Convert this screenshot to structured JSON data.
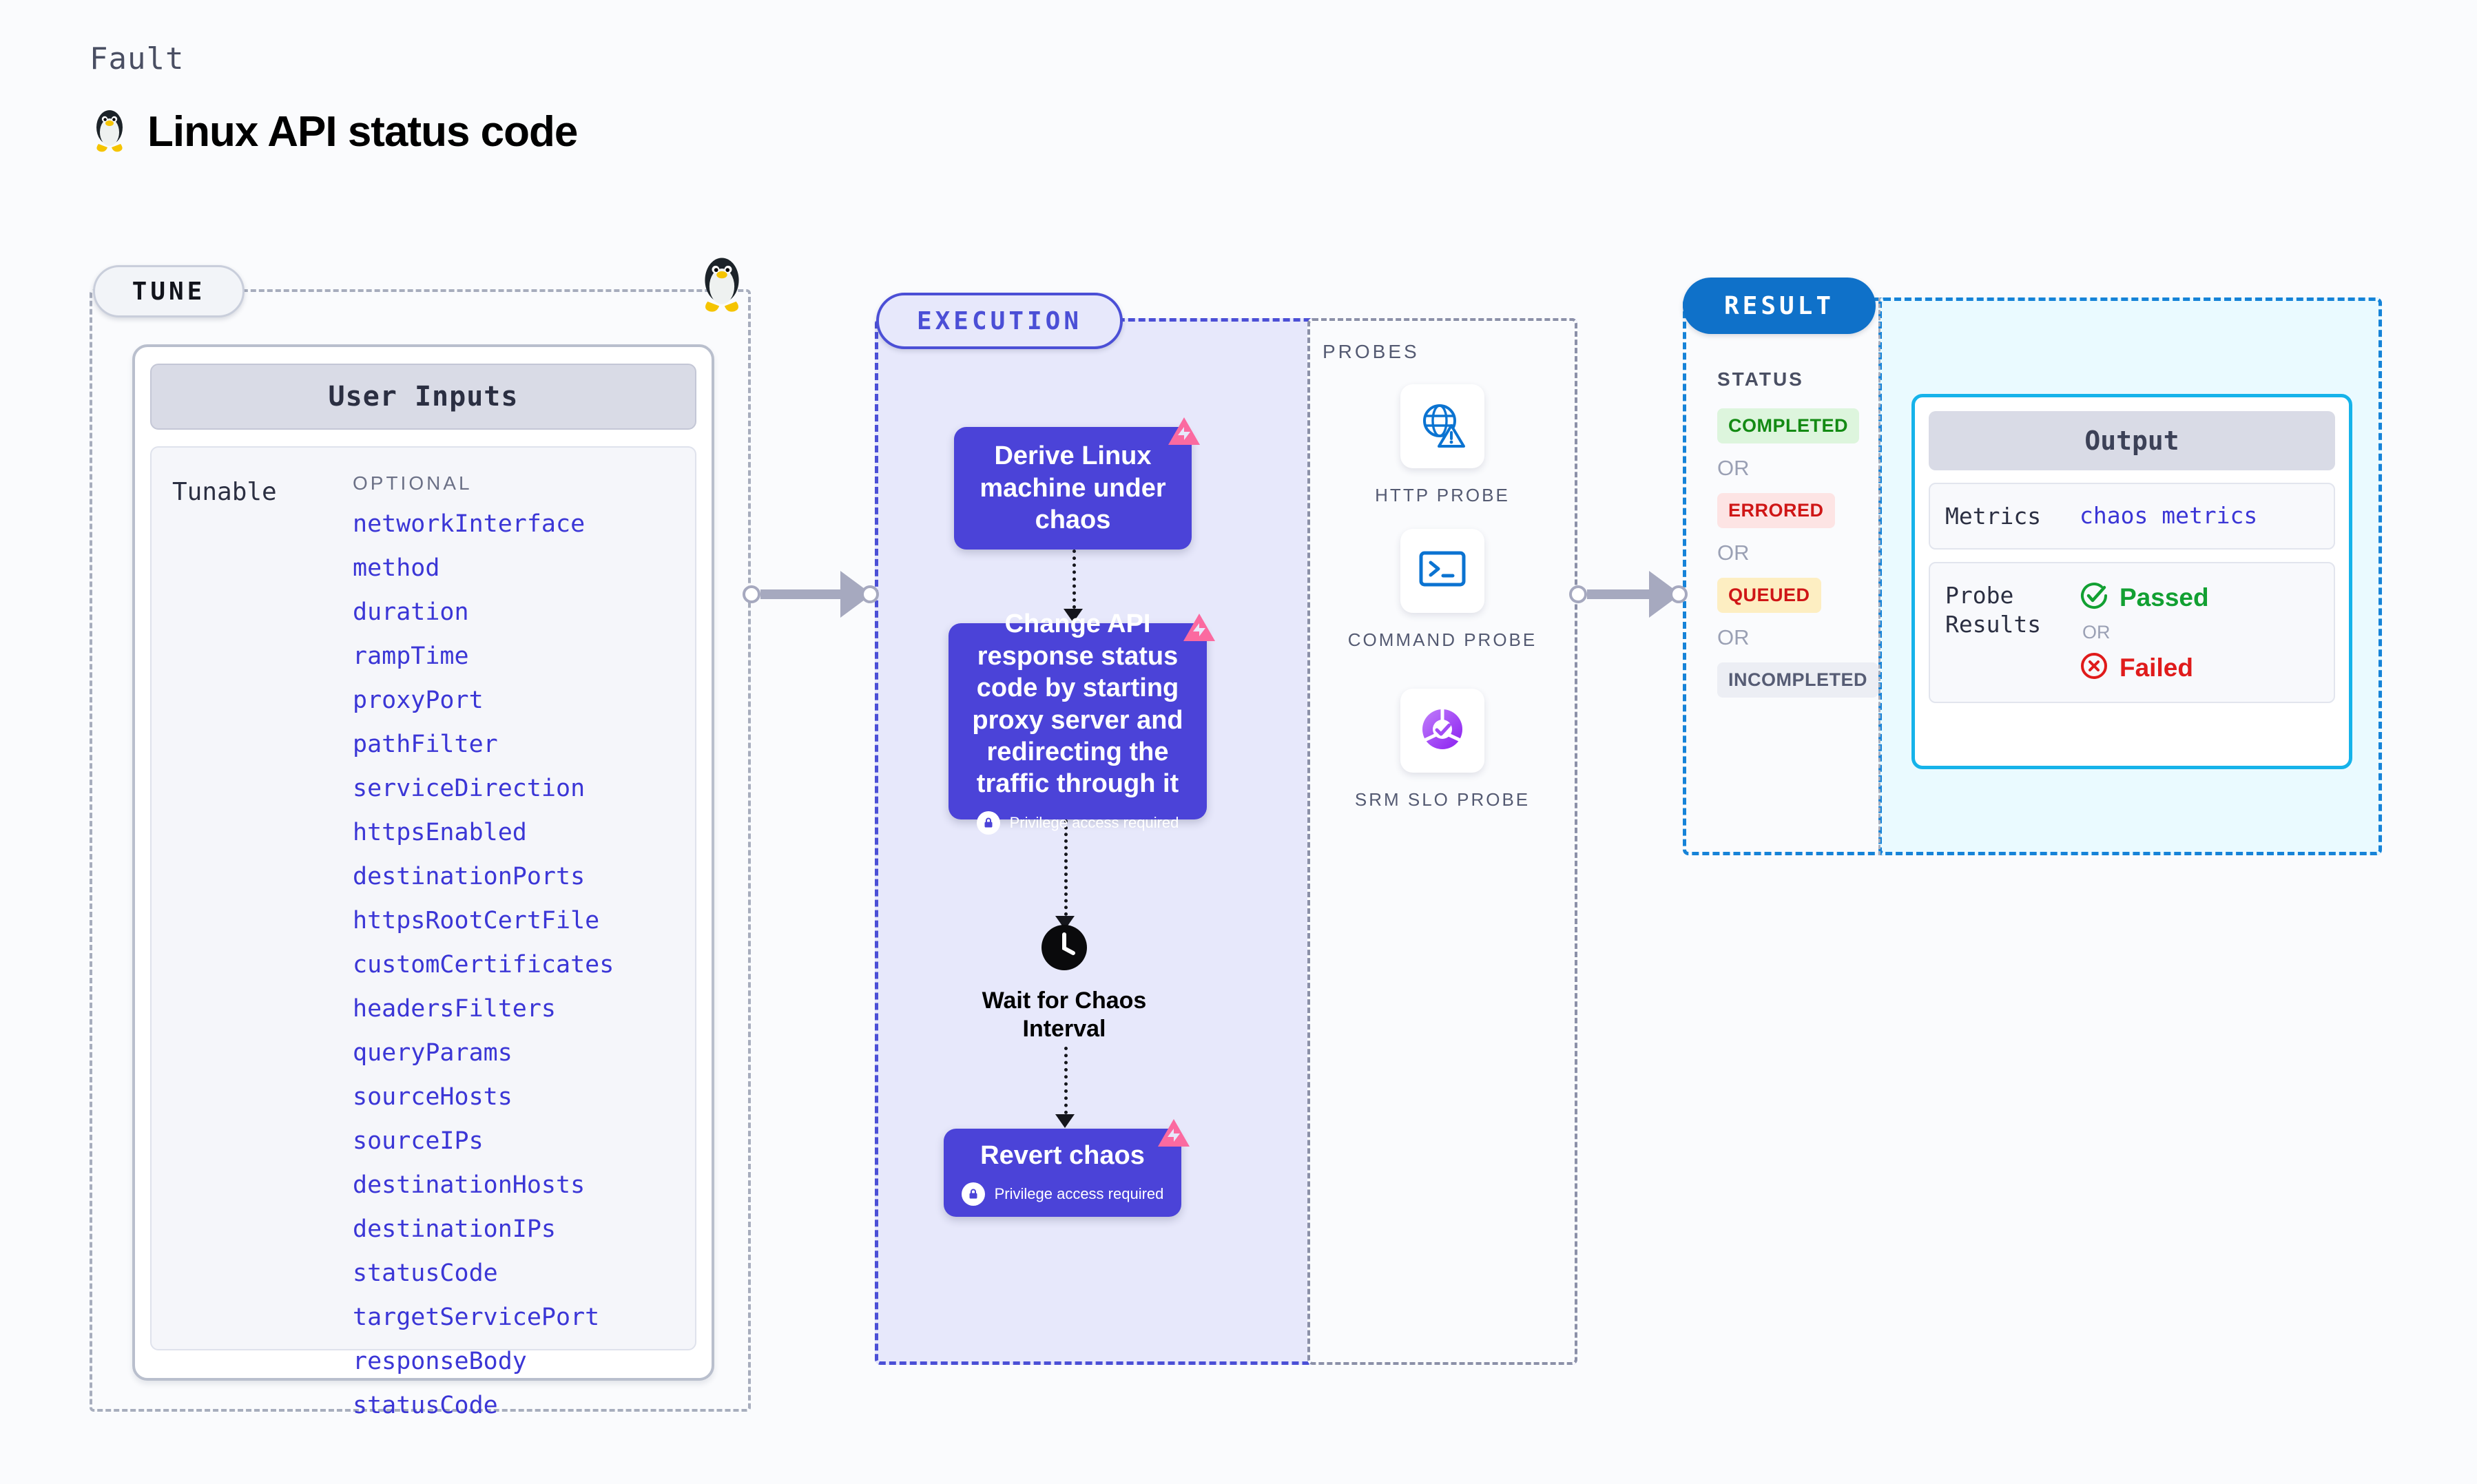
{
  "header": {
    "kicker": "Fault",
    "title": "Linux API status code",
    "os_icon": "linux-penguin-icon"
  },
  "tune": {
    "stage_label": "TUNE",
    "card_title": "User Inputs",
    "group_label": "Tunable",
    "optional_label": "OPTIONAL",
    "params": [
      "networkInterface",
      "method",
      "duration",
      "rampTime",
      "proxyPort",
      "pathFilter",
      "serviceDirection",
      "httpsEnabled",
      "destinationPorts",
      "httpsRootCertFile",
      "customCertificates",
      "headersFilters",
      "queryParams",
      "sourceHosts",
      "sourceIPs",
      "destinationHosts",
      "destinationIPs",
      "statusCode",
      "targetServicePort",
      "responseBody",
      "statusCode"
    ]
  },
  "execution": {
    "stage_label": "EXECUTION",
    "privilege_text": "Privilege access required",
    "nodes": [
      {
        "title": "Derive Linux machine under chaos",
        "privileged": false
      },
      {
        "title": "Change API response status code by starting proxy server and redirecting the traffic through it",
        "privileged": true
      },
      {
        "title": "Revert chaos",
        "privileged": true
      }
    ],
    "wait_label": "Wait for Chaos Interval",
    "wait_icon": "clock-icon"
  },
  "probes": {
    "title": "PROBES",
    "items": [
      {
        "label": "HTTP PROBE",
        "icon": "globe-warning-icon"
      },
      {
        "label": "COMMAND PROBE",
        "icon": "terminal-icon"
      },
      {
        "label": "SRM SLO PROBE",
        "icon": "donut-check-icon"
      }
    ]
  },
  "result": {
    "stage_label": "RESULT",
    "status_title": "STATUS",
    "or_label": "OR",
    "statuses": [
      {
        "label": "COMPLETED",
        "bg": "#ddf5dd",
        "fg": "#138a13"
      },
      {
        "label": "ERRORED",
        "bg": "#fde4e4",
        "fg": "#cf1616"
      },
      {
        "label": "QUEUED",
        "bg": "#fdeec2",
        "fg": "#cf1616"
      },
      {
        "label": "INCOMPLETED",
        "bg": "#eceef4",
        "fg": "#565c74"
      }
    ],
    "output": {
      "title": "Output",
      "metrics_key": "Metrics",
      "metrics_value": "chaos metrics",
      "probe_results_key": "Probe Results",
      "passed_label": "Passed",
      "failed_label": "Failed",
      "or_label": "OR",
      "passed_icon": "check-circle-icon",
      "failed_icon": "x-circle-icon"
    }
  },
  "colors": {
    "execution_accent": "#4b4fd6",
    "node_fill": "#4b43d8",
    "result_accent": "#0f71c9",
    "output_border": "#16b3ea",
    "param_text": "#3b36d6",
    "badge_pink": "#fb6aa0"
  }
}
